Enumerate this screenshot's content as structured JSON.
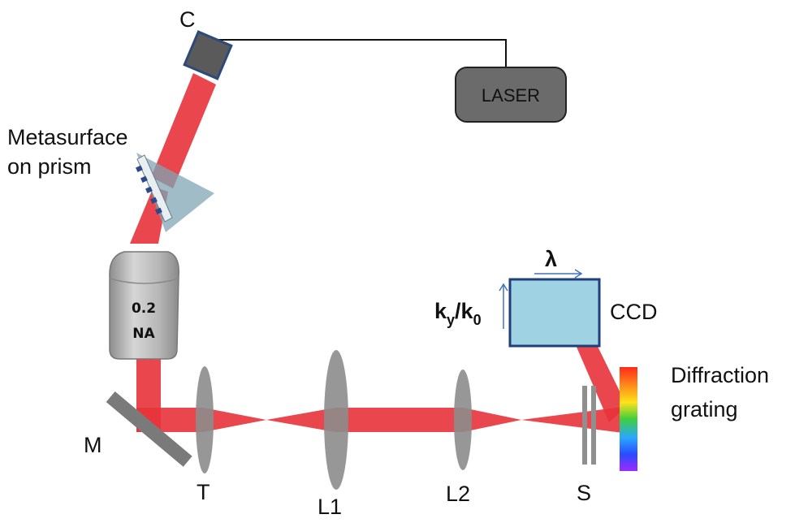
{
  "labels": {
    "collimator": "C",
    "laser": "LASER",
    "metasurface_line1": "Metasurface",
    "metasurface_line2": "on prism",
    "objective_line1": "0.2",
    "objective_line2": "NA",
    "mirror": "M",
    "telescope_lens": "T",
    "lens1": "L1",
    "lens2": "L2",
    "slit": "S",
    "ccd": "CCD",
    "lambda": "λ",
    "k_axis_k": "k",
    "k_axis_y": "y",
    "k_axis_slash": "/k",
    "k_axis_0": "0",
    "grating_line1": "Diffraction",
    "grating_line2": "grating"
  },
  "colors": {
    "beam": "#e8323a",
    "lens": "#8c8c8c",
    "laser_box": "#6b6b6b",
    "ccd_box": "#9fd3e3",
    "objective": "#b3b3b3",
    "prism": "#7fa6b4",
    "collimator": "#5a5a5a"
  }
}
